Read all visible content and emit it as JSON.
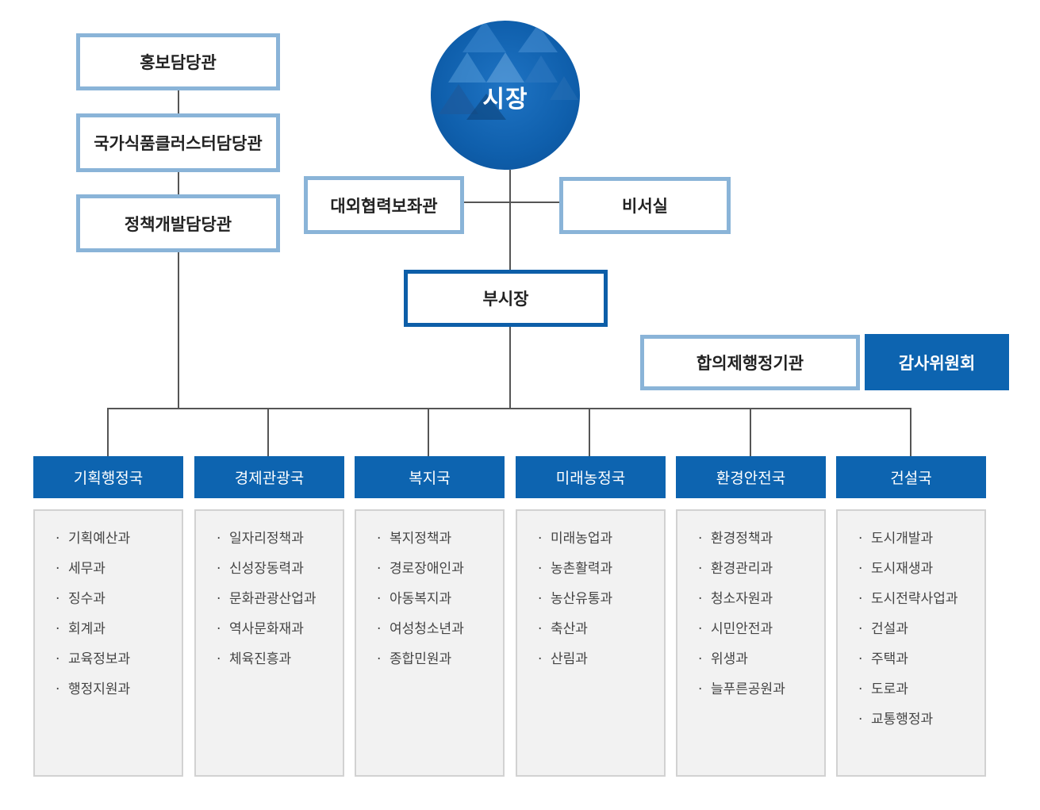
{
  "mayor": {
    "label": "시장"
  },
  "staff_left": [
    {
      "label": "홍보담당관"
    },
    {
      "label": "국가식품클러스터담당관"
    },
    {
      "label": "정책개발담당관"
    }
  ],
  "aide": {
    "label": "대외협력보좌관"
  },
  "secretary": {
    "label": "비서실"
  },
  "deputy_mayor": {
    "label": "부시장"
  },
  "council_agency": {
    "label": "합의제행정기관"
  },
  "audit_committee": {
    "label": "감사위원회"
  },
  "bureaus": [
    {
      "name": "기획행정국",
      "divisions": [
        "기획예산과",
        "세무과",
        "징수과",
        "회계과",
        "교육정보과",
        "행정지원과"
      ]
    },
    {
      "name": "경제관광국",
      "divisions": [
        "일자리정책과",
        "신성장동력과",
        "문화관광산업과",
        "역사문화재과",
        "체육진흥과"
      ]
    },
    {
      "name": "복지국",
      "divisions": [
        "복지정책과",
        "경로장애인과",
        "아동복지과",
        "여성청소년과",
        "종합민원과"
      ]
    },
    {
      "name": "미래농정국",
      "divisions": [
        "미래농업과",
        "농촌활력과",
        "농산유통과",
        "축산과",
        "산림과"
      ]
    },
    {
      "name": "환경안전국",
      "divisions": [
        "환경정책과",
        "환경관리과",
        "청소자원과",
        "시민안전과",
        "위생과",
        "늘푸른공원과"
      ]
    },
    {
      "name": "건설국",
      "divisions": [
        "도시개발과",
        "도시재생과",
        "도시전략사업과",
        "건설과",
        "주택과",
        "도로과",
        "교통행정과"
      ]
    }
  ],
  "bullet": "·",
  "colors": {
    "primary": "#0d64b0",
    "light_border": "#8ab4d8",
    "panel_bg": "#f2f2f2"
  }
}
